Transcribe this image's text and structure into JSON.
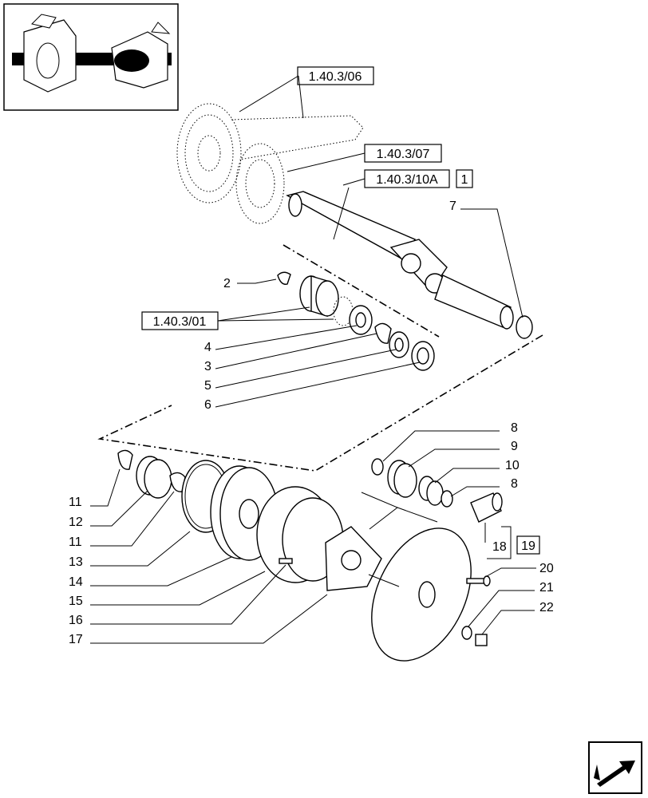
{
  "references": {
    "ring_gear_ref": "1.40.3/06",
    "diff_ref": "1.40.3/07",
    "shaft_ref": "1.40.3/10A",
    "shaft_ref_qty": "1",
    "bearing_ref": "1.40.3/01"
  },
  "callouts": {
    "c2": "2",
    "c3": "3",
    "c4": "4",
    "c5": "5",
    "c6": "6",
    "c7": "7",
    "c8a": "8",
    "c8b": "8",
    "c9": "9",
    "c10": "10",
    "c11a": "11",
    "c11b": "11",
    "c12": "12",
    "c13": "13",
    "c14": "14",
    "c15": "15",
    "c16": "16",
    "c17": "17",
    "c18": "18",
    "c19": "19",
    "c20": "20",
    "c21": "21",
    "c22": "22"
  },
  "icons": {
    "thumbnail": "axle-assembly-thumbnail",
    "nav": "next-page-arrow-icon"
  }
}
